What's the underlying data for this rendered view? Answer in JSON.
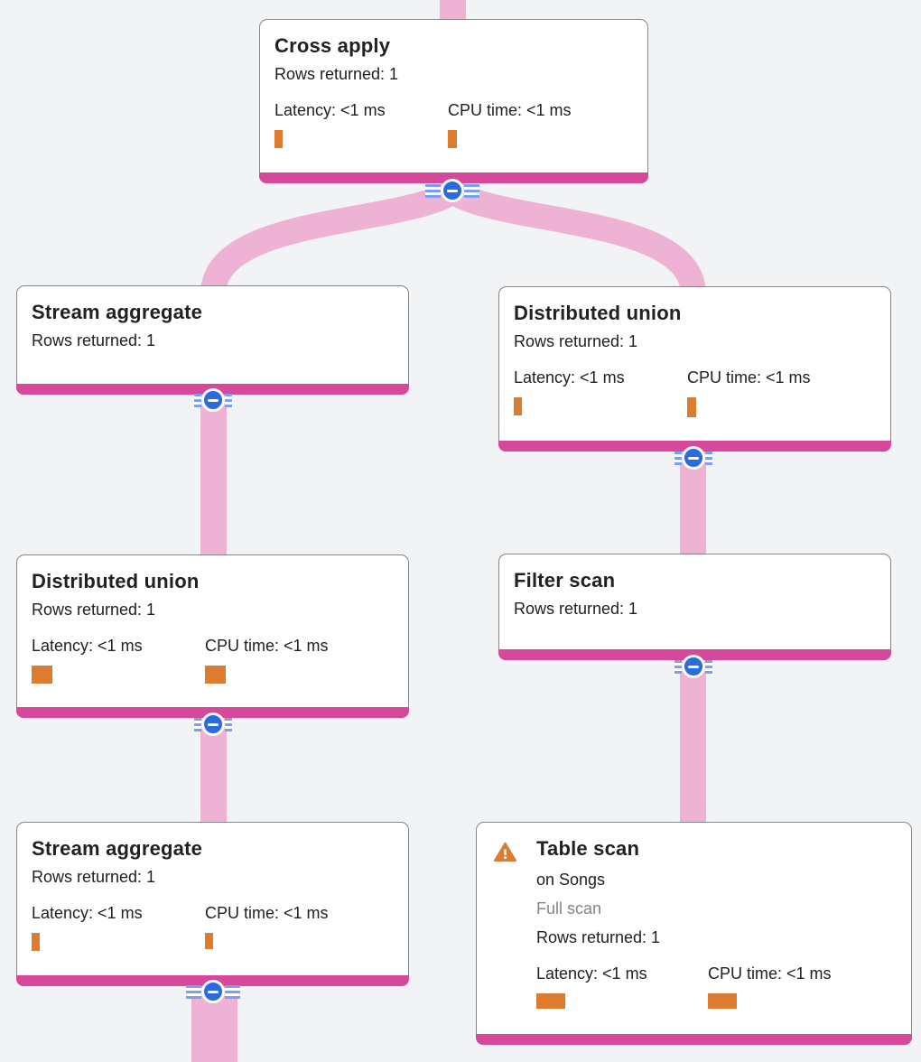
{
  "diagram": {
    "kind": "query-execution-plan-tree",
    "colors": {
      "background": "#f1f3f4",
      "node_background": "#ffffff",
      "node_border": "#82878c",
      "node_footer_pink": "#d5489a",
      "link_pink": "#eeb2d5",
      "collapse_button_blue": "#2a6bdd",
      "metric_bar_orange": "#dd7b2f",
      "text": "#202124",
      "muted_text": "#80868b",
      "warning_orange": "#dd7b2f"
    },
    "nodes": {
      "cross_apply": {
        "title": "Cross apply",
        "rows": "Rows returned: 1",
        "latency": "Latency: <1 ms",
        "cpu": "CPU time: <1 ms"
      },
      "stream_aggregate_top": {
        "title": "Stream aggregate",
        "rows": "Rows returned: 1"
      },
      "distributed_union_right": {
        "title": "Distributed union",
        "rows": "Rows returned: 1",
        "latency": "Latency: <1 ms",
        "cpu": "CPU time: <1 ms"
      },
      "distributed_union_left": {
        "title": "Distributed union",
        "rows": "Rows returned: 1",
        "latency": "Latency: <1 ms",
        "cpu": "CPU time: <1 ms"
      },
      "filter_scan": {
        "title": "Filter scan",
        "rows": "Rows returned: 1"
      },
      "stream_aggregate_bottom": {
        "title": "Stream aggregate",
        "rows": "Rows returned: 1",
        "latency": "Latency: <1 ms",
        "cpu": "CPU time: <1 ms"
      },
      "table_scan": {
        "warning_icon": "warning-triangle-icon",
        "title": "Table scan",
        "target": "on Songs",
        "scan_type": "Full scan",
        "rows": "Rows returned: 1",
        "latency": "Latency: <1 ms",
        "cpu": "CPU time: <1 ms"
      }
    },
    "edges": [
      {
        "from": "parent-offscreen-top",
        "to": "cross_apply"
      },
      {
        "from": "cross_apply",
        "to": "stream_aggregate_top"
      },
      {
        "from": "cross_apply",
        "to": "distributed_union_right"
      },
      {
        "from": "stream_aggregate_top",
        "to": "distributed_union_left"
      },
      {
        "from": "distributed_union_right",
        "to": "filter_scan"
      },
      {
        "from": "distributed_union_left",
        "to": "stream_aggregate_bottom"
      },
      {
        "from": "filter_scan",
        "to": "table_scan"
      },
      {
        "from": "stream_aggregate_bottom",
        "to": "child-offscreen-bottom"
      }
    ]
  }
}
